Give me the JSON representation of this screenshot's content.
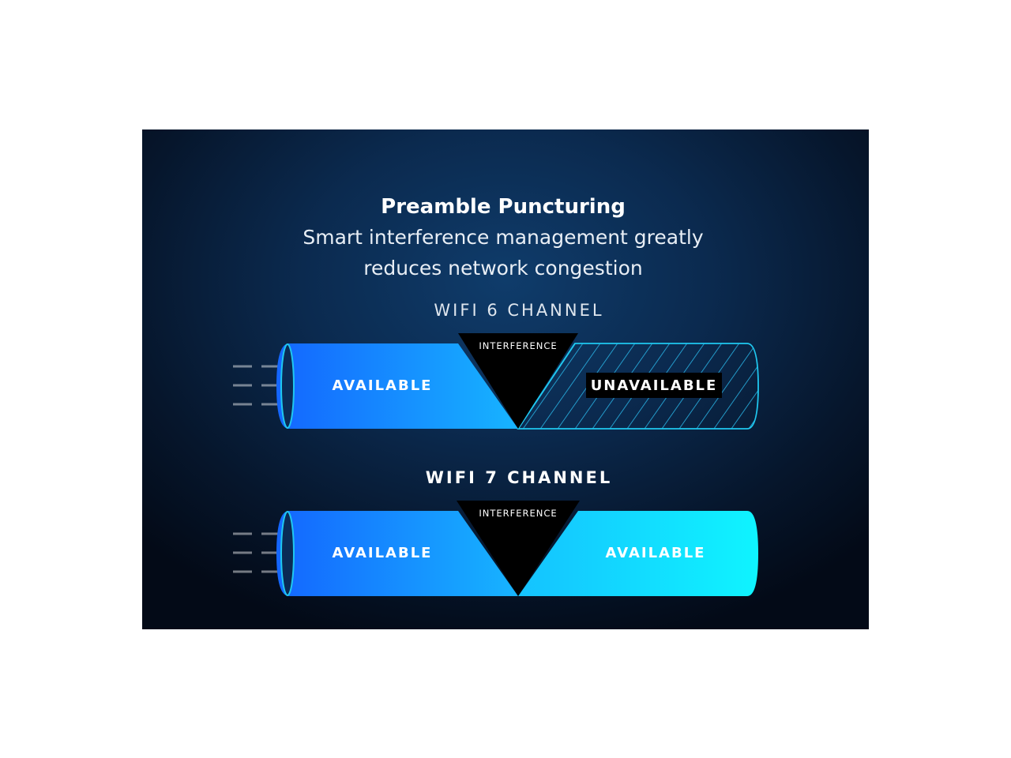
{
  "header": {
    "title": "Preamble Puncturing",
    "subtitle_line1": "Smart interference management greatly",
    "subtitle_line2": "reduces network congestion"
  },
  "wifi6": {
    "label": "WIFI 6 CHANNEL",
    "left_segment": "AVAILABLE",
    "interference": "INTERFERENCE",
    "right_segment": "UNAVAILABLE"
  },
  "wifi7": {
    "label": "WIFI 7 CHANNEL",
    "left_segment": "AVAILABLE",
    "interference": "INTERFERENCE",
    "right_segment": "AVAILABLE"
  },
  "colors": {
    "pipe_dark_blue": "#1466ff",
    "pipe_light_blue": "#17b4ff",
    "pipe_cyan": "#0ff4ff",
    "outline": "#1fc8f0",
    "hatch": "#29b6e8",
    "interference": "#000000"
  }
}
